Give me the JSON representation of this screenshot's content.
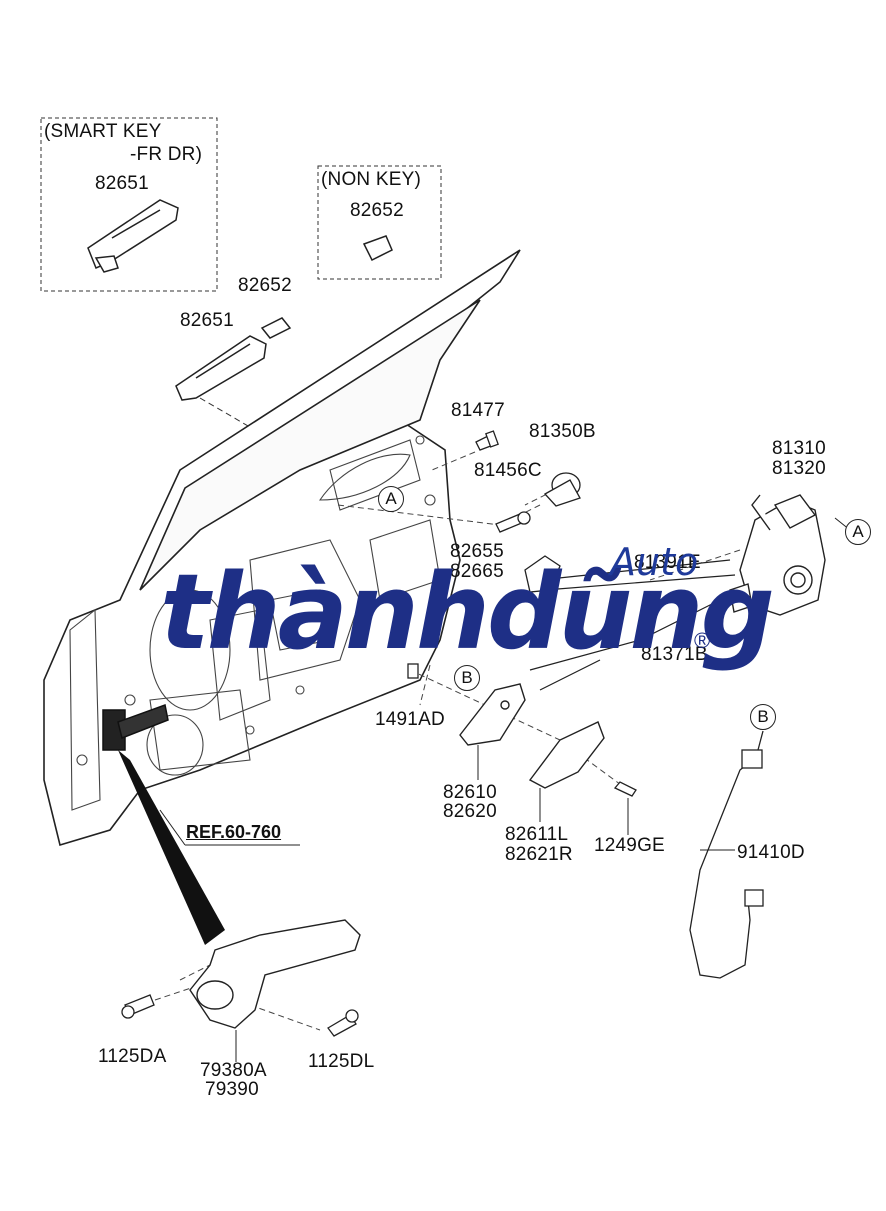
{
  "diagram": {
    "boxes": {
      "smart_key_title": "(SMART KEY",
      "smart_key_sub": "-FR DR)",
      "non_key_title": "(NON KEY)"
    },
    "labels": {
      "p82651_box": "82651",
      "p82652_box": "82652",
      "p82652": "82652",
      "p82651": "82651",
      "p81477": "81477",
      "p81350B": "81350B",
      "p81456C": "81456C",
      "p81310": "81310",
      "p81320": "81320",
      "p82655": "82655",
      "p82665": "82665",
      "p81391E": "81391E",
      "p81371B": "81371B",
      "p1491AD": "1491AD",
      "p82610": "82610",
      "p82620": "82620",
      "p82611L": "82611L",
      "p82621R": "82621R",
      "p1249GE": "1249GE",
      "p91410D": "91410D",
      "p1125DA": "1125DA",
      "p79380A": "79380A",
      "p79390": "79390",
      "p1125DL": "1125DL"
    },
    "callouts": {
      "a1": "A",
      "a2": "A",
      "b1": "B",
      "b2": "B"
    },
    "reference": "REF.60-760"
  },
  "watermark": {
    "brand": "thànhdũng",
    "auto": "Auto",
    "registered": "®",
    "color": "#1e2f86"
  }
}
